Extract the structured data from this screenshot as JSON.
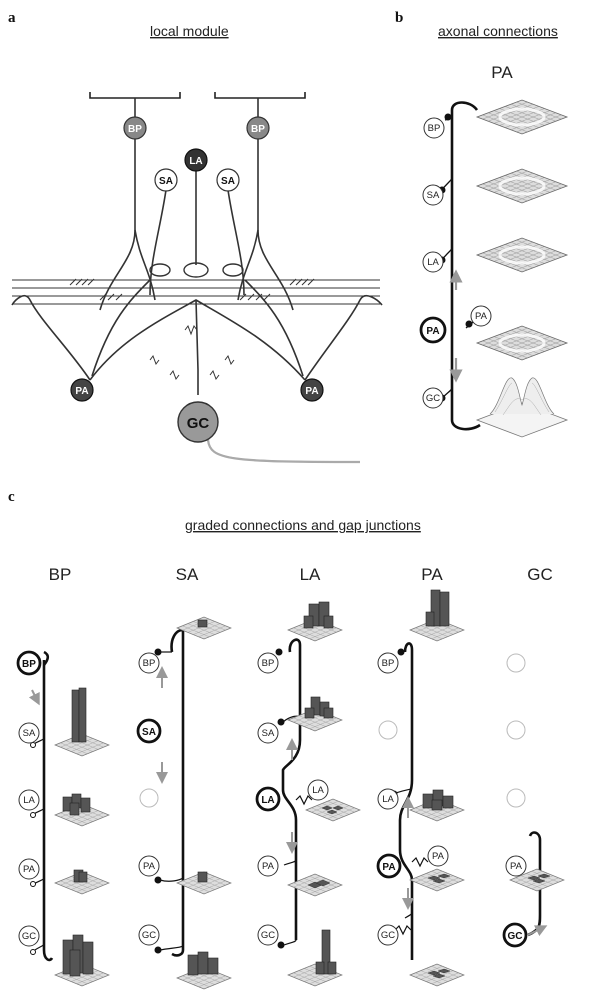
{
  "panel_a": {
    "letter": "a",
    "title": "local module",
    "cells": {
      "bp_left": "BP",
      "bp_right": "BP",
      "sa_left": "SA",
      "la": "LA",
      "sa_right": "SA",
      "pa_left": "PA",
      "pa_right": "PA",
      "gc": "GC"
    }
  },
  "panel_b": {
    "letter": "b",
    "title": "axonal connections",
    "subtitle": "PA",
    "cells": {
      "bp": "BP",
      "sa": "SA",
      "la": "LA",
      "pa": "PA",
      "pa_target": "PA",
      "gc": "GC"
    }
  },
  "panel_c": {
    "letter": "c",
    "title": "graded connections and gap junctions",
    "columns": [
      {
        "title": "BP",
        "cells": {
          "bp": "BP",
          "sa": "SA",
          "la": "LA",
          "pa": "PA",
          "gc": "GC"
        }
      },
      {
        "title": "SA",
        "cells": {
          "bp": "BP",
          "sa": "SA",
          "pa": "PA",
          "gc": "GC"
        }
      },
      {
        "title": "LA",
        "cells": {
          "bp": "BP",
          "sa": "SA",
          "la": "LA",
          "la_target": "LA",
          "pa": "PA",
          "gc": "GC"
        }
      },
      {
        "title": "PA",
        "cells": {
          "bp": "BP",
          "la": "LA",
          "pa": "PA",
          "pa_target": "PA",
          "gc": "GC"
        }
      },
      {
        "title": "GC",
        "cells": {
          "pa": "PA",
          "gc": "GC"
        }
      }
    ]
  },
  "colors": {
    "ink": "#111111",
    "gray": "#999999",
    "dark_cell": "#555555",
    "bar": "#444444"
  }
}
